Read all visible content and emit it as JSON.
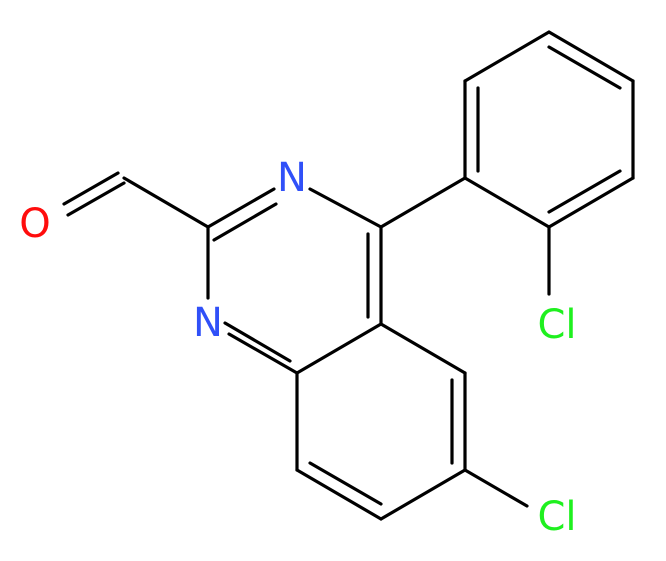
{
  "molecule": {
    "atoms": {
      "O1": {
        "label": "O",
        "color": "#ff0d0d"
      },
      "N1": {
        "label": "N",
        "color": "#3050f8"
      },
      "N3": {
        "label": "N",
        "color": "#3050f8"
      },
      "Cl1": {
        "label": "Cl",
        "color": "#1ff01f"
      },
      "Cl2": {
        "label": "Cl",
        "color": "#1ff01f"
      }
    },
    "bond_color": "#000000",
    "background": "#ffffff"
  }
}
